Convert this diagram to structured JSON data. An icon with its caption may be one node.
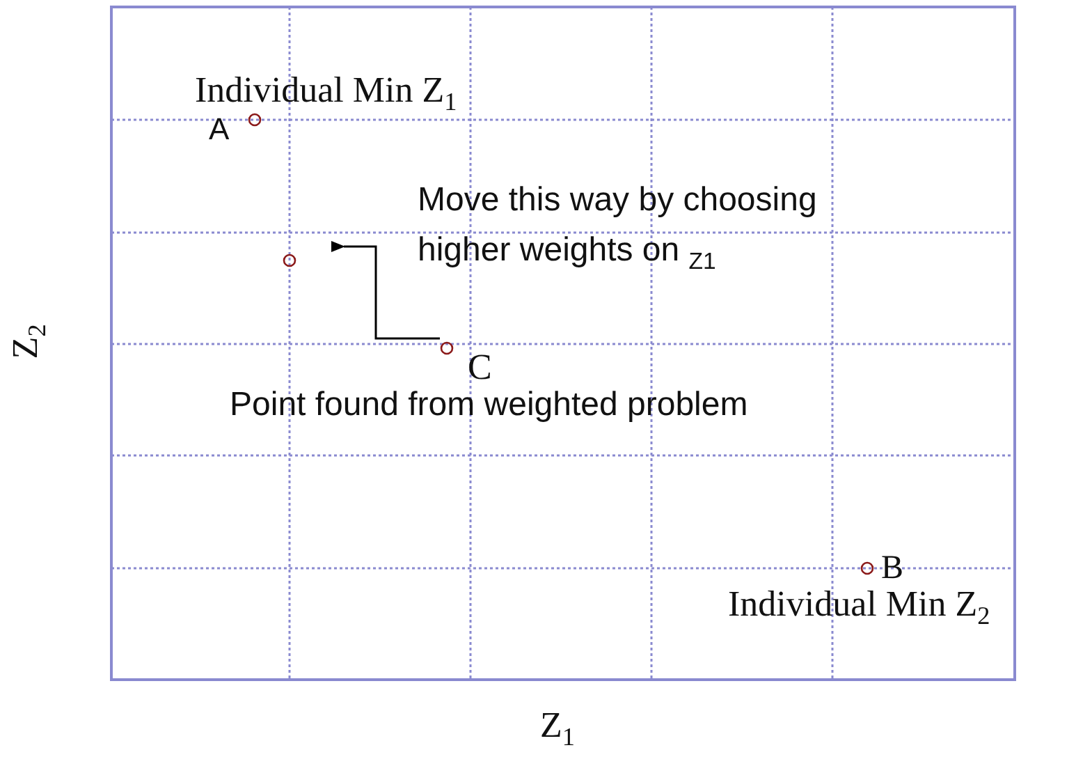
{
  "diagram": {
    "labels": [
      "Individual Min Z$_{1}$",
      "A",
      "Move this way by choosing",
      "higher weights on $_{Z1}$",
      "C",
      "Point found from weighted problem",
      "B",
      "Individual Min Z$_{2}$",
      "Z$_{2}$",
      "Z$_{1}$"
    ]
  }
}
